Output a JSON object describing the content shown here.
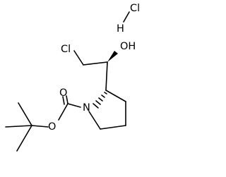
{
  "molecule": {
    "atoms": {
      "cl_top": "Cl",
      "h_top": "H",
      "cl_left": "Cl",
      "oh": "OH",
      "n": "N",
      "o_carbonyl": "O",
      "o_ester": "O"
    }
  },
  "colors": {
    "ink": "#000000",
    "background": "#ffffff"
  }
}
